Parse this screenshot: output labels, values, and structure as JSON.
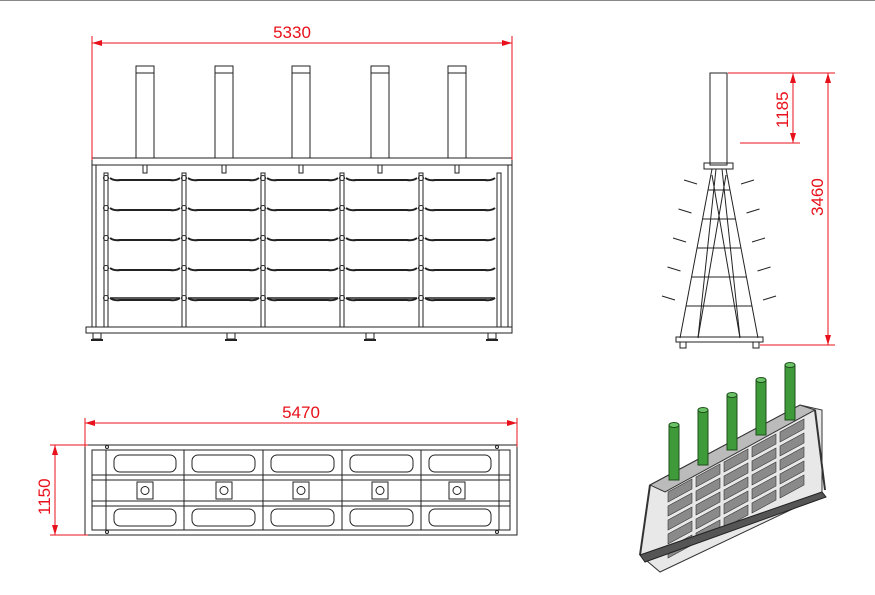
{
  "dimensions": {
    "front_width": "5330",
    "side_total_height": "3460",
    "side_post_height": "1185",
    "top_width": "5470",
    "top_depth": "1150"
  },
  "colors": {
    "dimension": "#e8101a",
    "line": "#222222",
    "post_green": "#3f9a3a",
    "bin_gray": "#8a8a8a"
  },
  "counts": {
    "posts": 5,
    "shelf_levels": 5
  }
}
